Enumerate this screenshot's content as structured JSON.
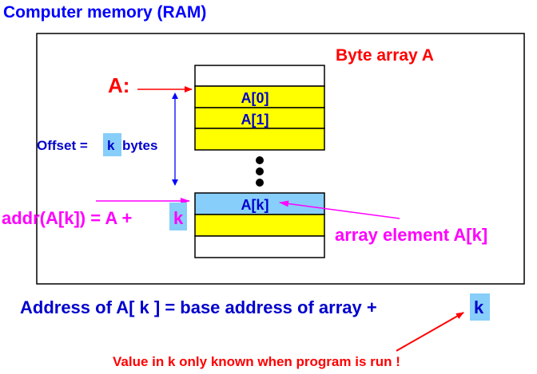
{
  "title": "Computer memory (RAM)",
  "array_label": "Byte array A",
  "pointer_label": "A:",
  "cells": {
    "a0": "A[0]",
    "a1": "A[1]",
    "ak": "A[k]"
  },
  "offset": {
    "prefix": "Offset =",
    "k": "k",
    "suffix": "bytes"
  },
  "addr_formula": {
    "text": "addr(A[k]) = A +",
    "k": "k"
  },
  "element_label": "array element A[k]",
  "address_line": {
    "text": "Address of A[ k ] = base address of array +",
    "k": "k"
  },
  "note": "Value in k only known when program is run !",
  "colors": {
    "title": "#0000ff",
    "red": "#ff0000",
    "magenta": "#ff00ff",
    "blue": "#0000cc",
    "cell_yellow": "#ffff00",
    "cell_blue": "#87cefa",
    "highlight": "#87cefa"
  }
}
